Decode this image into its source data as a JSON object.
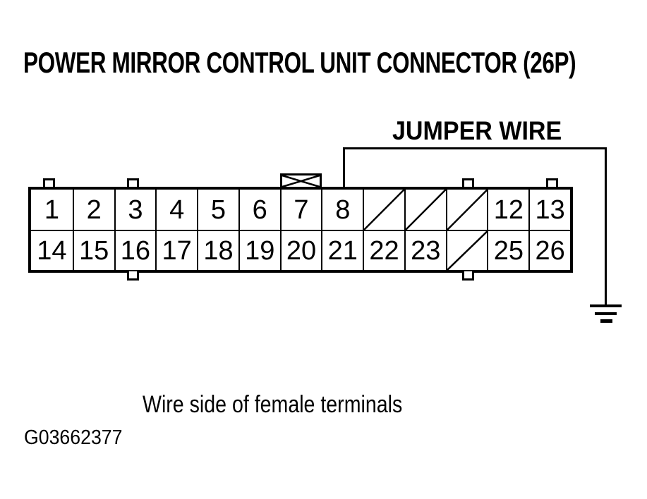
{
  "title": "POWER MIRROR CONTROL UNIT CONNECTOR (26P)",
  "jumper": {
    "label": "JUMPER WIRE",
    "connects_from_pin": "8",
    "connects_to": "ground"
  },
  "connector": {
    "pin_count_label": "26P",
    "rows": [
      [
        {
          "n": "1"
        },
        {
          "n": "2"
        },
        {
          "n": "3"
        },
        {
          "n": "4"
        },
        {
          "n": "5"
        },
        {
          "n": "6"
        },
        {
          "n": "7"
        },
        {
          "n": "8"
        },
        {
          "x": true
        },
        {
          "x": true
        },
        {
          "x": true
        },
        {
          "n": "12"
        },
        {
          "n": "13"
        }
      ],
      [
        {
          "n": "14"
        },
        {
          "n": "15"
        },
        {
          "n": "16"
        },
        {
          "n": "17"
        },
        {
          "n": "18"
        },
        {
          "n": "19"
        },
        {
          "n": "20"
        },
        {
          "n": "21"
        },
        {
          "n": "22"
        },
        {
          "n": "23"
        },
        {
          "x": true
        },
        {
          "n": "25"
        },
        {
          "n": "26"
        }
      ]
    ]
  },
  "caption": "Wire side of female terminals",
  "figure_code": "G03662377",
  "colors": {
    "ink": "#000000",
    "paper": "#ffffff"
  }
}
